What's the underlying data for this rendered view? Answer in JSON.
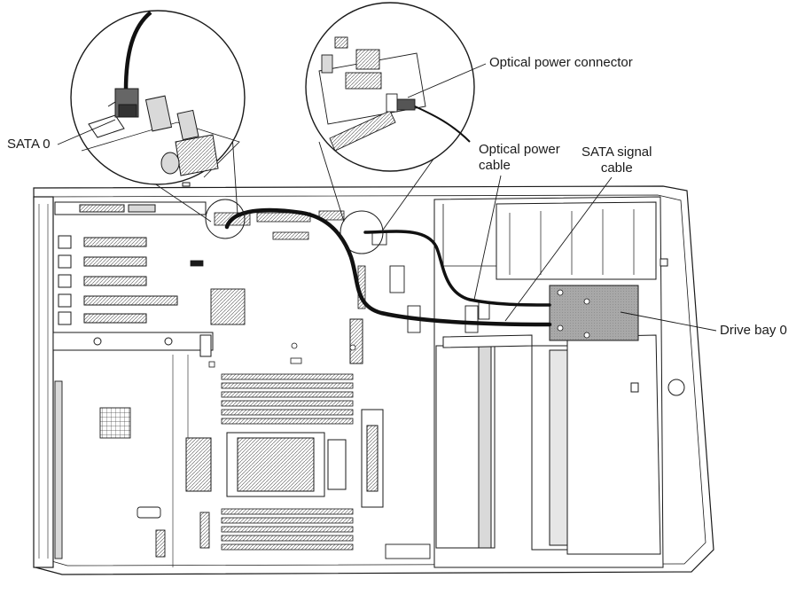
{
  "labels": {
    "sata0": "SATA 0",
    "optical_power_connector": "Optical power connector",
    "optical_power_cable_line1": "Optical power",
    "optical_power_cable_line2": "cable",
    "sata_signal_cable_line1": "SATA signal",
    "sata_signal_cable_line2": "cable",
    "drive_bay_0": "Drive bay 0"
  },
  "colors": {
    "line": "#1a1a1a",
    "chassis_fill": "#ffffff",
    "component_fill": "#d9d9d9",
    "drive_bay_fill": "#a8a8a8",
    "cable": "#111111"
  }
}
